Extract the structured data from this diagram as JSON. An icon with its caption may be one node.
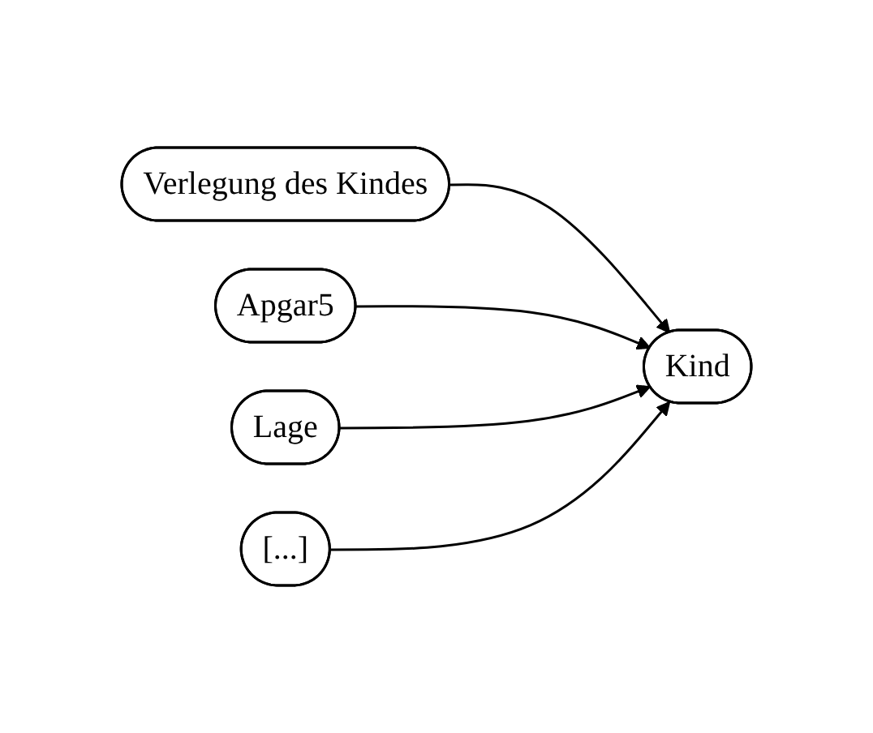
{
  "diagram": {
    "nodes": [
      {
        "text": [
          "Verlegung des Kindes"
        ]
      },
      {
        "text": [
          "Apgar5"
        ]
      },
      {
        "text": [
          "Lage"
        ]
      },
      {
        "text": [
          "[...]"
        ]
      },
      {
        "text": [
          "Kind"
        ]
      }
    ],
    "edges": [
      {
        "from": 0,
        "to": 4,
        "arrow": "to"
      },
      {
        "from": 1,
        "to": 4,
        "arrow": "to"
      },
      {
        "from": 2,
        "to": 4,
        "arrow": "to"
      },
      {
        "from": 3,
        "to": 4,
        "arrow": "to"
      }
    ]
  }
}
